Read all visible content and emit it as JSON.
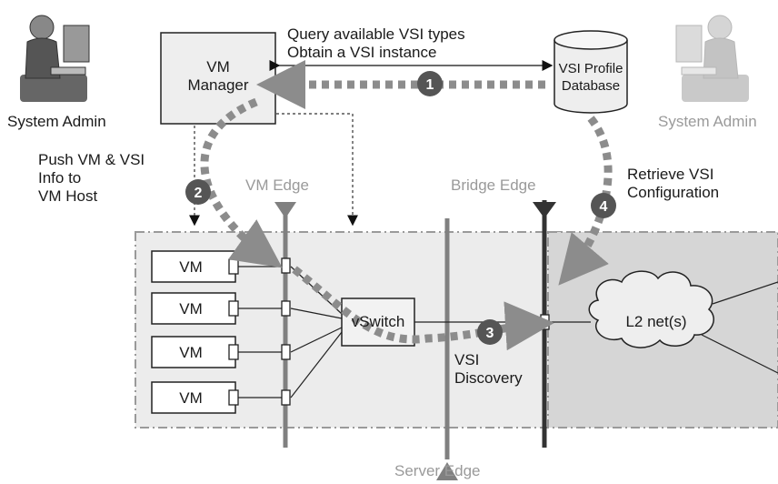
{
  "actors": {
    "left_admin": "System Admin",
    "right_admin": "System Admin"
  },
  "nodes": {
    "vm_manager": "VM\nManager",
    "vsi_db": "VSI Profile\nDatabase",
    "vswitch": "vSwitch",
    "l2_net": "L2 net(s)",
    "vms": [
      "VM",
      "VM",
      "VM",
      "VM"
    ]
  },
  "edges": {
    "vm_edge": "VM Edge",
    "bridge_edge": "Bridge Edge",
    "server_edge": "Server Edge"
  },
  "steps": [
    {
      "number": "1",
      "text": "Query available VSI types\nObtain a VSI instance"
    },
    {
      "number": "2",
      "text": "Push VM & VSI\nInfo to\nVM Host"
    },
    {
      "number": "3",
      "text": "VSI\nDiscovery"
    },
    {
      "number": "4",
      "text": "Retrieve VSI\nConfiguration"
    }
  ],
  "colors": {
    "flow_arrow": "#8c8c8c",
    "step_circle": "#555555",
    "edge_line": "#808080",
    "host_area": "#ececec",
    "network_area": "#d6d6d6",
    "gray_text": "#9a9a9a"
  }
}
